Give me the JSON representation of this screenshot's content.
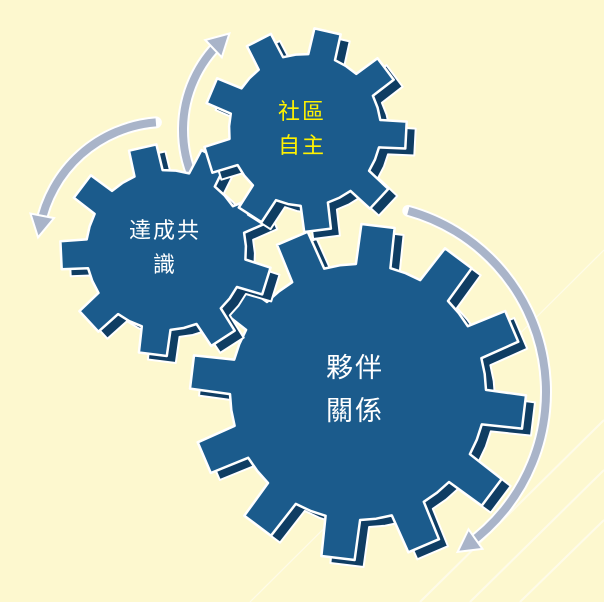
{
  "diagram": {
    "gears": [
      {
        "id": "top",
        "label": "社區\n自主",
        "text_color": "#fff200"
      },
      {
        "id": "left",
        "label": "達成共\n識",
        "text_color": "#ffffff"
      },
      {
        "id": "big",
        "label": "夥伴\n關係",
        "text_color": "#ffffff"
      }
    ],
    "colors": {
      "background": "#fdf8cf",
      "gear_fill": "#1b5b8c",
      "gear_edge": "#ffffff",
      "arrow": "#a9b4c9"
    }
  }
}
